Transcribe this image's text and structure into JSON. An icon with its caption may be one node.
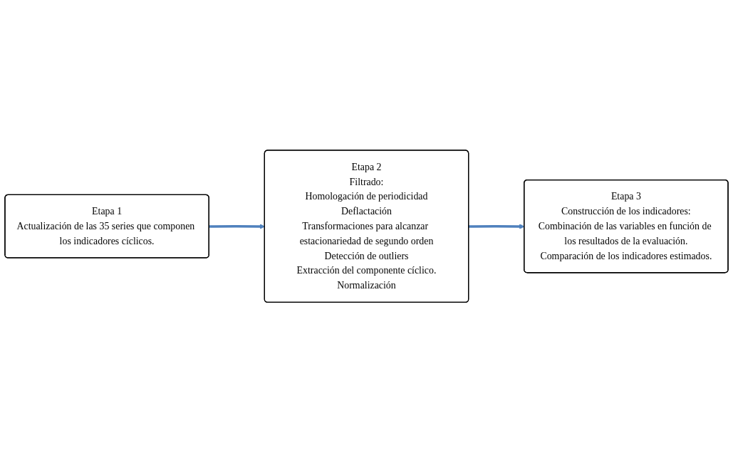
{
  "diagram": {
    "nodes": [
      {
        "text": [
          "Etapa 1",
          "Actualización de las 35 series que componen los indicadores cíclicos."
        ]
      },
      {
        "text": [
          "Etapa 2",
          "Filtrado:",
          "Homologación de periodicidad",
          "Deflactación",
          "Transformaciones para alcanzar estacionariedad de segundo orden",
          "Detección de outliers",
          "Extracción del componente cíclico.",
          "Normalización"
        ]
      },
      {
        "text": [
          "Etapa 3",
          "Construcción de los indicadores:",
          "Combinación de las variables en función de los resultados de la evaluación.",
          "Comparación de los indicadores estimados."
        ]
      }
    ],
    "edges": [
      {
        "from": 0,
        "to": 1,
        "arrow": "to"
      },
      {
        "from": 1,
        "to": 2,
        "arrow": "to"
      }
    ]
  }
}
